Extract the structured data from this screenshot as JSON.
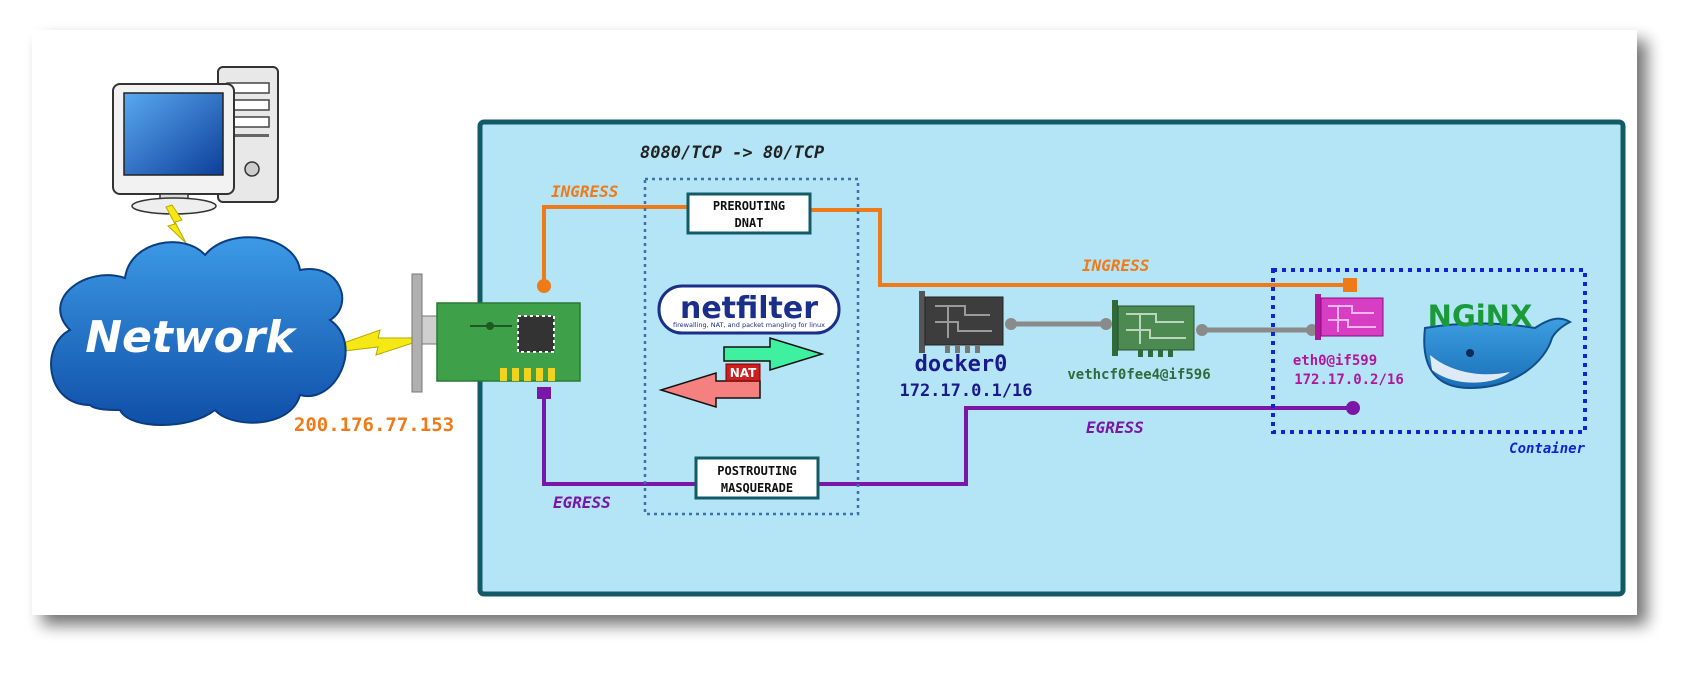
{
  "cloud_label": "Network",
  "host_ip": "200.176.77.153",
  "port_mapping": "8080/TCP -> 80/TCP",
  "ingress_label": "INGRESS",
  "egress_label": "EGRESS",
  "prerouting": {
    "line1": "PREROUTING",
    "line2": "DNAT"
  },
  "postrouting": {
    "line1": "POSTROUTING",
    "line2": "MASQUERADE"
  },
  "netfilter": {
    "logo": "netfilter",
    "tagline": "firewalling, NAT, and packet mangling for linux"
  },
  "nat_badge": "NAT",
  "docker0": {
    "name": "docker0",
    "ip": "172.17.0.1/16"
  },
  "veth": {
    "name": "vethcf0fee4@if596"
  },
  "eth0": {
    "name": "eth0@if599",
    "ip": "172.17.0.2/16"
  },
  "nginx_logo": "NGiNX",
  "container_label": "Container",
  "colors": {
    "host_bg": "#b3e5f6",
    "host_border": "#125a66",
    "ingress": "#ef7a1a",
    "egress": "#7a16a8",
    "container_border": "#1024d6",
    "docker0": "#1a1a8c",
    "veth": "#2f6a3a",
    "eth0": "#b0169e"
  }
}
